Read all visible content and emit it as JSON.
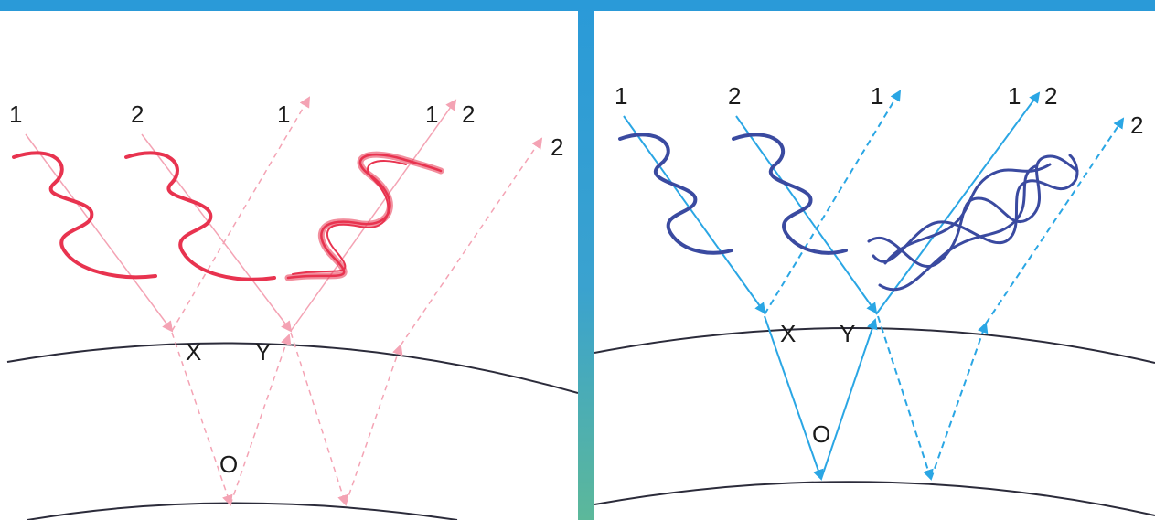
{
  "left_panel": {
    "ray_labels": {
      "in_1": "1",
      "in_2": "2",
      "out_1": "1",
      "out_12": "1",
      "out_12b": "2",
      "out_2": "2"
    },
    "points": {
      "x": "X",
      "y": "Y",
      "o": "O"
    },
    "colors": {
      "ray": "#f08aa0",
      "wave": "#e8334f"
    }
  },
  "right_panel": {
    "ray_labels": {
      "in_1": "1",
      "in_2": "2",
      "out_1": "1",
      "out_12": "1",
      "out_12b": "2",
      "out_2": "2"
    },
    "points": {
      "x": "X",
      "y": "Y",
      "o": "O"
    },
    "colors": {
      "ray": "#2aa6e4",
      "wave": "#3a4aa0"
    }
  }
}
